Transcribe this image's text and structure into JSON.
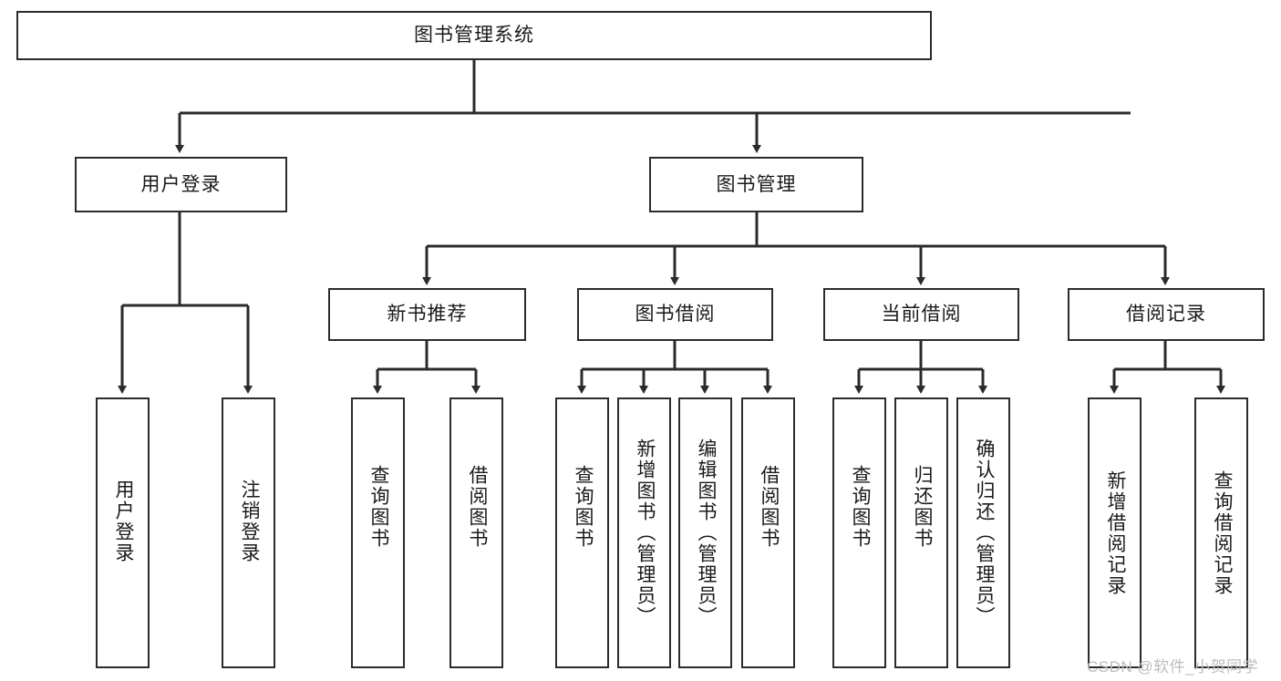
{
  "diagram": {
    "title": "图书管理系统",
    "type": "tree-hierarchy-chart",
    "root": {
      "label": "图书管理系统"
    },
    "level2": [
      {
        "label": "用户登录"
      },
      {
        "label": "图书管理"
      }
    ],
    "level3": [
      {
        "label": "新书推荐"
      },
      {
        "label": "图书借阅"
      },
      {
        "label": "当前借阅"
      },
      {
        "label": "借阅记录"
      }
    ],
    "leaves": {
      "user_login": [
        {
          "label": "用户登录"
        },
        {
          "label": "注销登录"
        }
      ],
      "new_book_recommend": [
        {
          "label": "查询图书"
        },
        {
          "label": "借阅图书"
        }
      ],
      "book_borrow": [
        {
          "label": "查询图书"
        },
        {
          "label": "新增图书（管理员）"
        },
        {
          "label": "编辑图书（管理员）"
        },
        {
          "label": "借阅图书"
        }
      ],
      "current_borrow": [
        {
          "label": "查询图书"
        },
        {
          "label": "归还图书"
        },
        {
          "label": "确认归还（管理员）"
        }
      ],
      "borrow_record": [
        {
          "label": "新增借阅记录"
        },
        {
          "label": "查询借阅记录"
        }
      ]
    }
  },
  "watermark": {
    "text": "CSDN @软件_小贺同学",
    "color": "#bcbcbc"
  },
  "colors": {
    "stroke": "#2b2b2b",
    "background": "#ffffff",
    "text": "#1a1a1a"
  }
}
